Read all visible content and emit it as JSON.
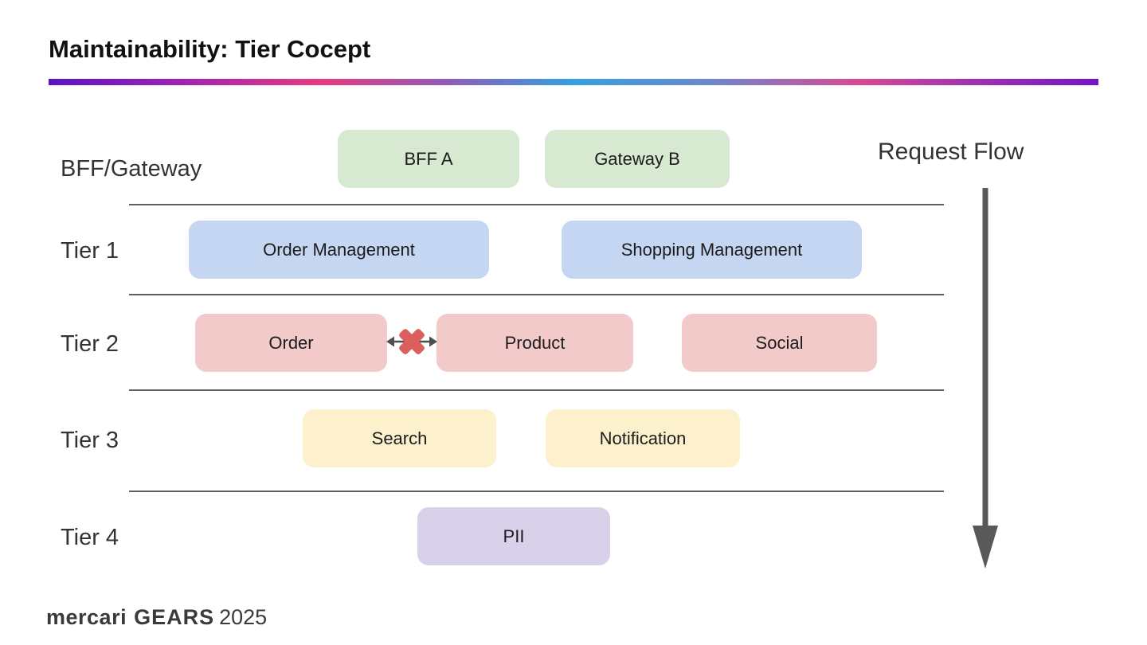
{
  "title": "Maintainability: Tier Cocept",
  "accent_bar": {
    "gradient_colors": [
      "#5a13c4",
      "#e73a80",
      "#35a0dd",
      "#d84a93",
      "#7414c6"
    ]
  },
  "request_flow": {
    "label": "Request Flow",
    "arrow_color": "#595959",
    "direction": "down"
  },
  "rows": [
    {
      "label": "BFF/Gateway",
      "box_color": "#d7e9d1",
      "boxes": [
        "BFF A",
        "Gateway B"
      ]
    },
    {
      "label": "Tier 1",
      "box_color": "#c5d6f3",
      "boxes": [
        "Order Management",
        "Shopping Management"
      ]
    },
    {
      "label": "Tier 2",
      "box_color": "#f3caca",
      "boxes": [
        "Order",
        "Product",
        "Social"
      ],
      "blocked_connection": {
        "between": [
          "Order",
          "Product"
        ],
        "cross_color": "#dc5f5f",
        "arrow_color": "#4f4f4f"
      }
    },
    {
      "label": "Tier 3",
      "box_color": "#fdf0cc",
      "boxes": [
        "Search",
        "Notification"
      ]
    },
    {
      "label": "Tier 4",
      "box_color": "#d9d1e9",
      "boxes": [
        "PII"
      ]
    }
  ],
  "footer": {
    "brand": "mercari",
    "wordmark": "GEARS",
    "year": "2025"
  }
}
